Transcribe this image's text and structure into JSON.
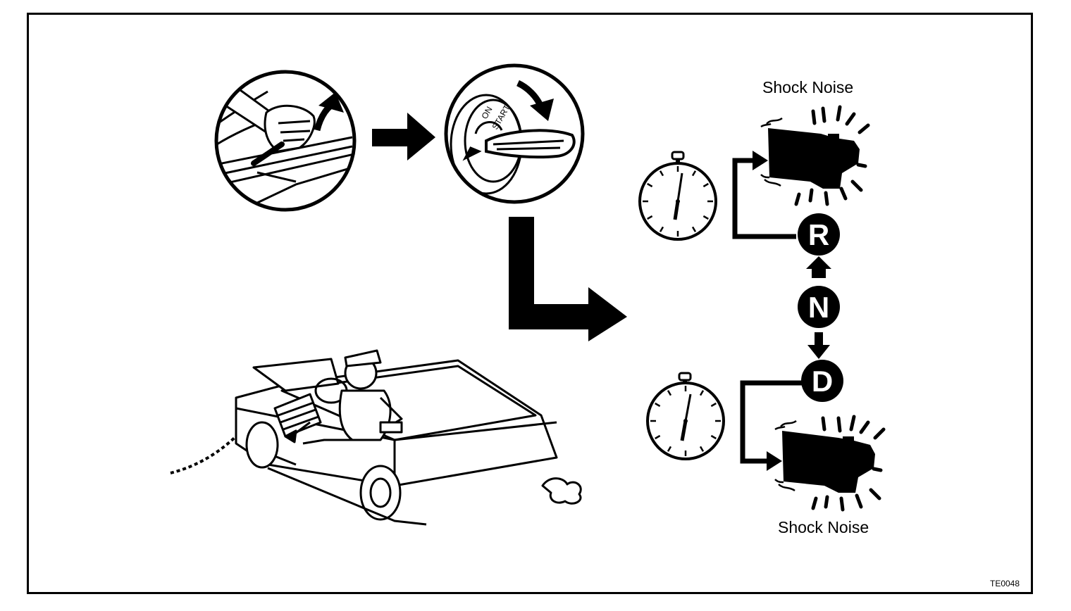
{
  "figure": {
    "code": "TE0048",
    "shock_noise_top": "Shock Noise",
    "shock_noise_bottom": "Shock Noise",
    "ignition_marks": {
      "on": "ON",
      "start": "START"
    },
    "gears": {
      "reverse": "R",
      "neutral": "N",
      "drive": "D"
    }
  },
  "colors": {
    "ink": "#000000",
    "paper": "#ffffff"
  }
}
